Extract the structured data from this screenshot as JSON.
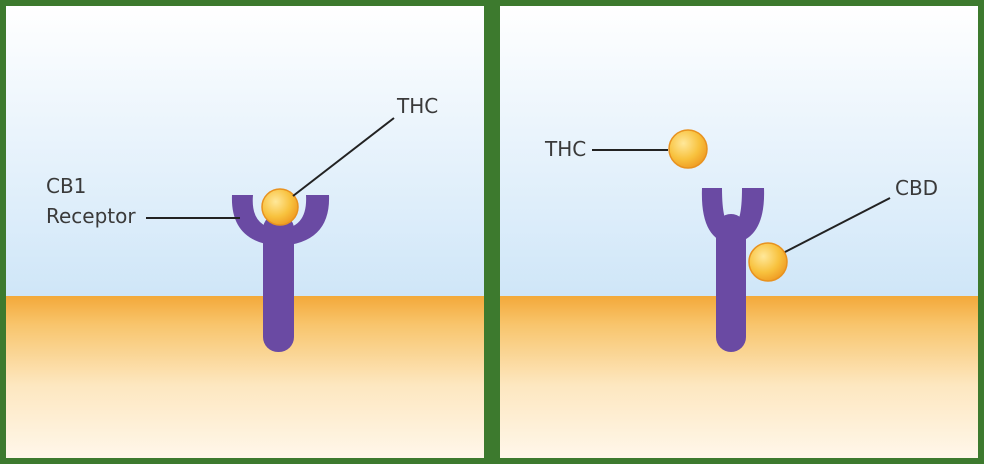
{
  "panels": [
    {
      "labels": {
        "receptor_line1": "CB1",
        "receptor_line2": "Receptor",
        "ligand": "THC"
      }
    },
    {
      "labels": {
        "ligand": "THC",
        "modulator": "CBD"
      }
    }
  ],
  "colors": {
    "receptor": "#6a4aa3",
    "receptor_edge": "#4e3384",
    "molecule": "#f6c542",
    "molecule_edge": "#e08a1c",
    "sky_top": "#ffffff",
    "sky_bottom": "#cfe6f8",
    "membrane_top": "#f5b347",
    "membrane_bottom": "#fff3de",
    "background": "#3d7a2e"
  }
}
